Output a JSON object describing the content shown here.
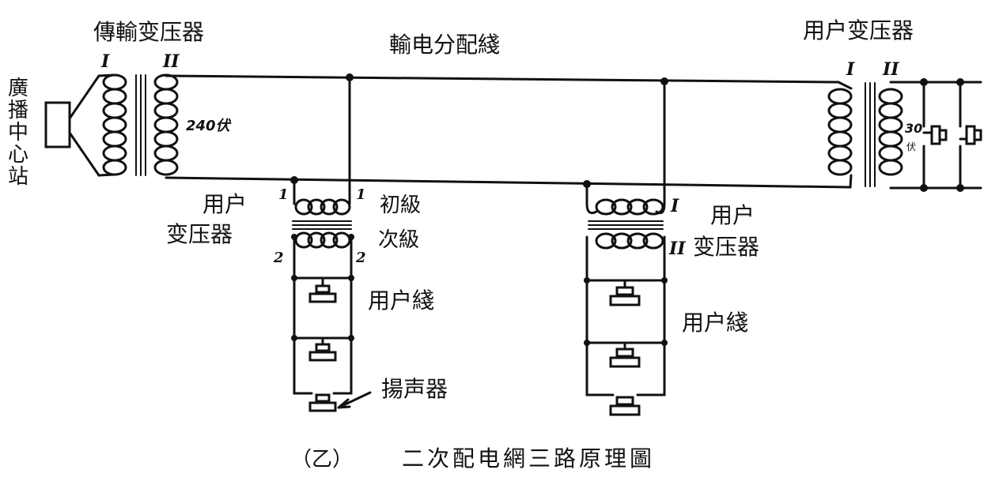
{
  "labels": {
    "transmission_transformer": "傳輸变压器",
    "distribution_line": "輸电分配綫",
    "user_transformer_top": "用户变压器",
    "station": [
      "廣",
      "播",
      "中",
      "心",
      "站"
    ],
    "voltage_240": "240伏",
    "voltage_30_num": "30",
    "voltage_30_unit": "伏",
    "user_transformer_left_1": "用户",
    "user_transformer_left_2": "变压器",
    "primary": "初級",
    "secondary": "次級",
    "user_line_left": "用户綫",
    "speaker": "揚声器",
    "user_transformer_right_1": "用户",
    "user_transformer_right_2": "变压器",
    "user_line_right": "用户綫",
    "caption_prefix": "（乙）",
    "caption": "二次配电網三路原理圖"
  },
  "winding_marks": {
    "I": "I",
    "II": "II",
    "one": "1",
    "two": "2"
  }
}
